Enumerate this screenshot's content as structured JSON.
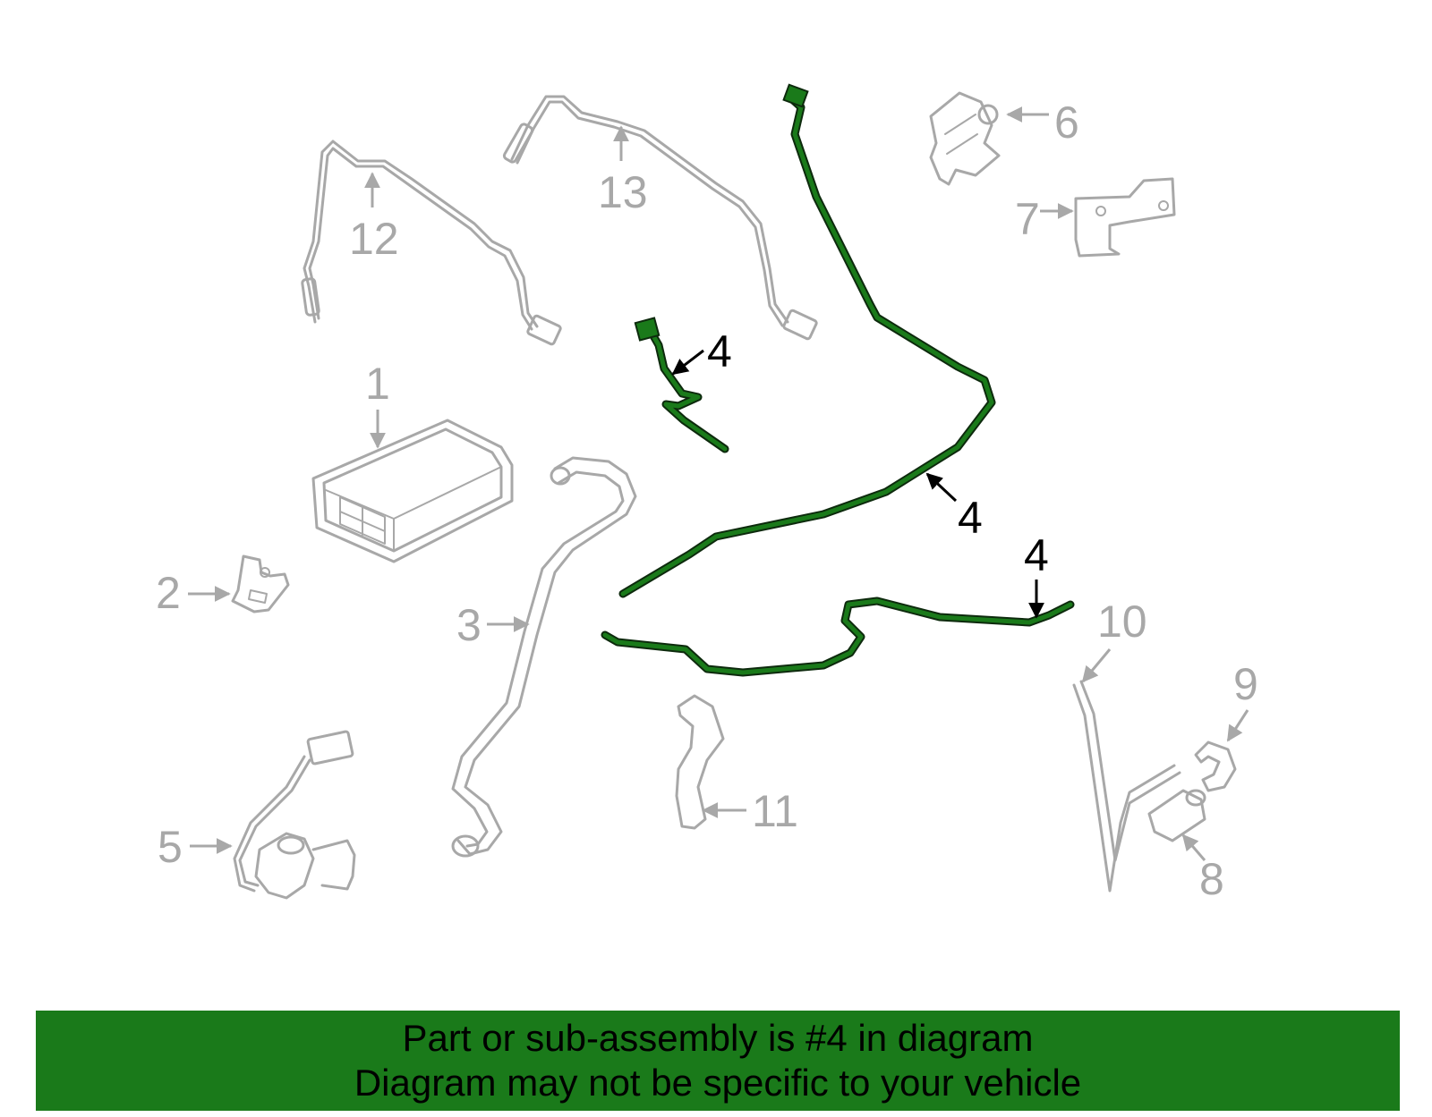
{
  "callouts": {
    "c1": "1",
    "c2": "2",
    "c3": "3",
    "c4a": "4",
    "c4b": "4",
    "c4c": "4",
    "c5": "5",
    "c6": "6",
    "c7": "7",
    "c8": "8",
    "c9": "9",
    "c10": "10",
    "c11": "11",
    "c12": "12",
    "c13": "13"
  },
  "banner": {
    "line1": "Part or sub-assembly is #4 in diagram",
    "line2": "Diagram may not be specific to your vehicle"
  },
  "colors": {
    "highlight_green": "#1a7a1a",
    "part_gray": "#a8a8a8",
    "background": "#ffffff"
  }
}
